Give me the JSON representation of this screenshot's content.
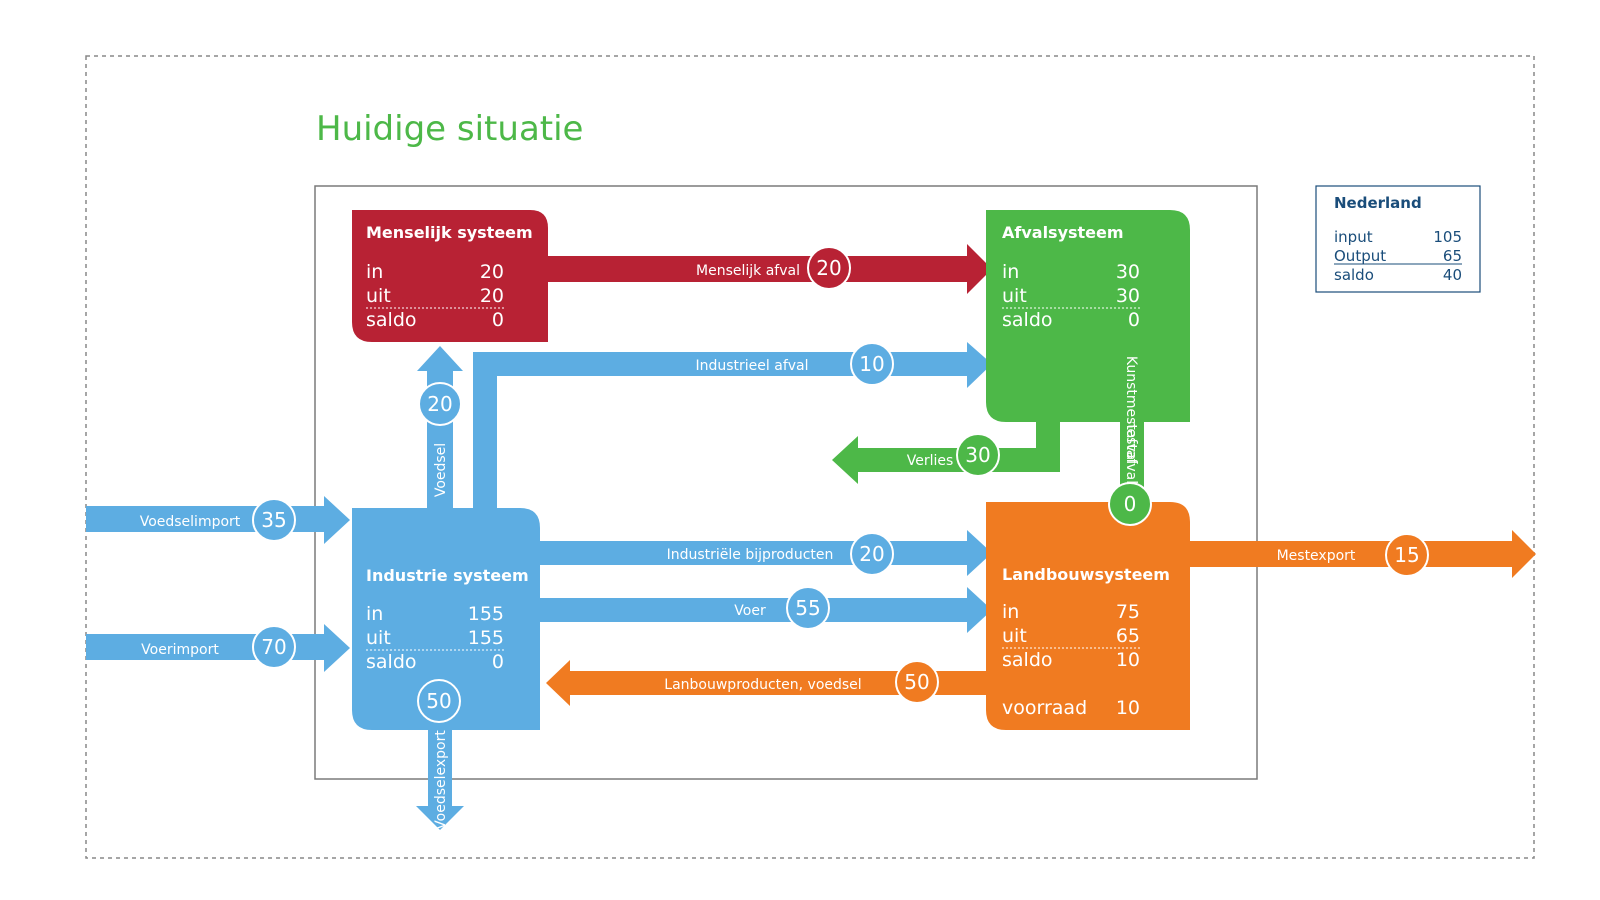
{
  "title": "Huidige situatie",
  "colors": {
    "title": "#4db848",
    "human": "#b82234",
    "waste": "#4db848",
    "industry": "#5dade2",
    "agri": "#f07b21",
    "legend": "#1a4d7a"
  },
  "systems": {
    "human": {
      "title": "Menselijk systeem",
      "in_label": "in",
      "in": "20",
      "uit_label": "uit",
      "uit": "20",
      "saldo_label": "saldo",
      "saldo": "0"
    },
    "waste": {
      "title": "Afvalsysteem",
      "in_label": "in",
      "in": "30",
      "uit_label": "uit",
      "uit": "30",
      "saldo_label": "saldo",
      "saldo": "0"
    },
    "industry": {
      "title": "Industrie systeem",
      "in_label": "in",
      "in": "155",
      "uit_label": "uit",
      "uit": "155",
      "saldo_label": "saldo",
      "saldo": "0"
    },
    "agri": {
      "title": "Landbouwsysteem",
      "in_label": "in",
      "in": "75",
      "uit_label": "uit",
      "uit": "65",
      "saldo_label": "saldo",
      "saldo": "10",
      "voorraad_label": "voorraad",
      "voorraad": "10"
    }
  },
  "flows": {
    "menselijk_afval": {
      "label": "Menselijk afval",
      "value": "20"
    },
    "industrieel_afval": {
      "label": "Industrieel afval",
      "value": "10"
    },
    "voedsel": {
      "label": "Voedsel",
      "value": "20"
    },
    "verlies": {
      "label": "Verlies",
      "value": "30"
    },
    "kunstmestafval": {
      "label": "Kunstmestafval",
      "value": "0"
    },
    "voedselimport": {
      "label": "Voedselimport",
      "value": "35"
    },
    "voerimport": {
      "label": "Voerimport",
      "value": "70"
    },
    "bijproducten": {
      "label": "Industriële bijproducten",
      "value": "20"
    },
    "voer": {
      "label": "Voer",
      "value": "55"
    },
    "landbouwproducten": {
      "label": "Lanbouwproducten, voedsel",
      "value": "50"
    },
    "voedselexport": {
      "label": "Voedselexport",
      "value": "50"
    },
    "mestexport": {
      "label": "Mestexport",
      "value": "15"
    }
  },
  "legend": {
    "title": "Nederland",
    "input_label": "input",
    "input": "105",
    "output_label": "Output",
    "output": "65",
    "saldo_label": "saldo",
    "saldo": "40"
  }
}
